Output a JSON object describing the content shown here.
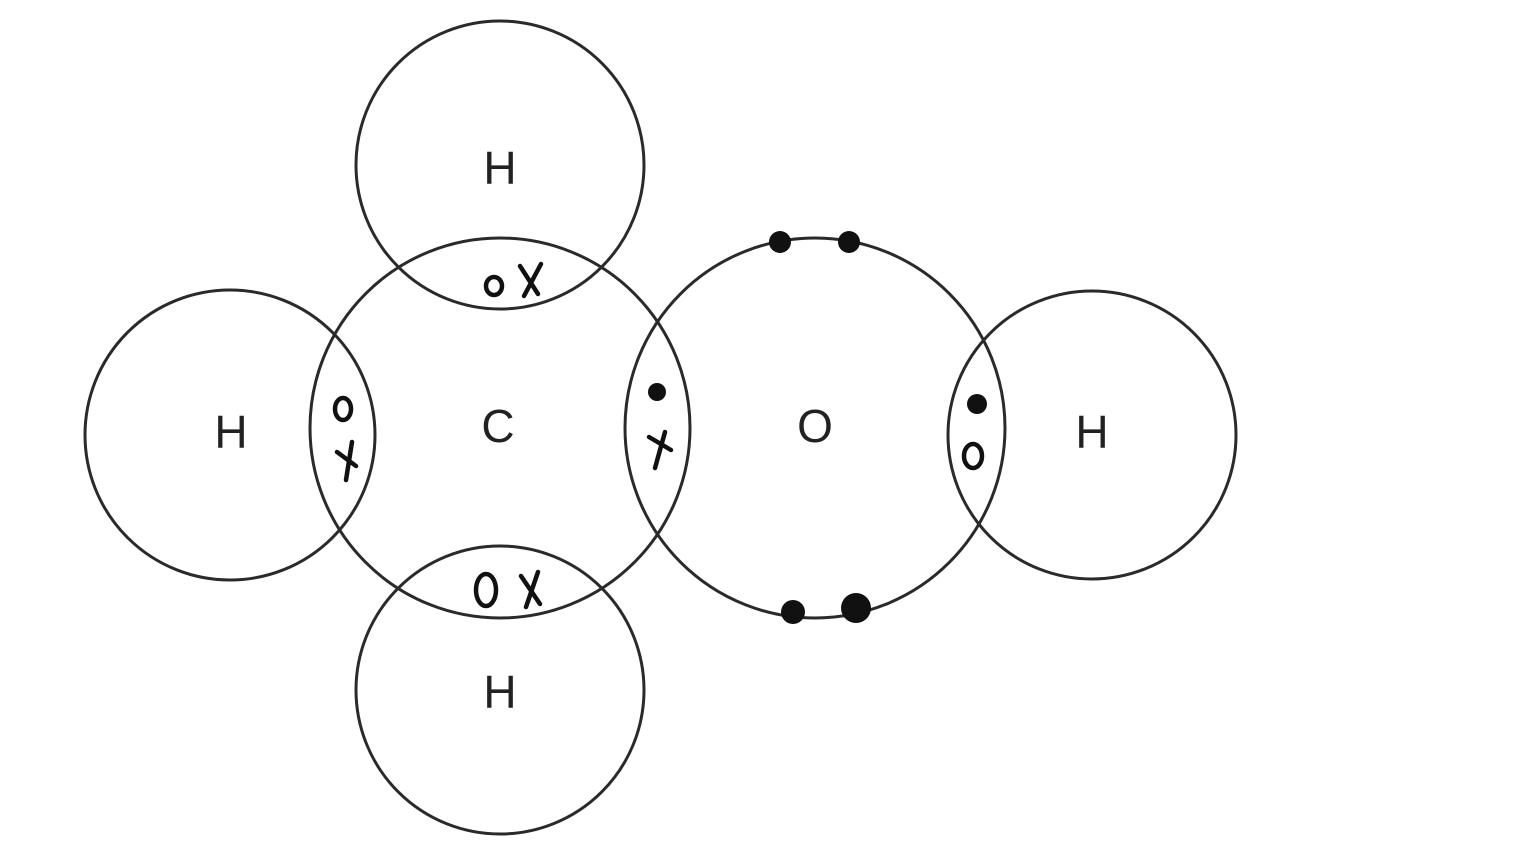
{
  "diagram": {
    "atoms": [
      {
        "id": "h-top",
        "label": "H"
      },
      {
        "id": "h-left",
        "label": "H"
      },
      {
        "id": "c",
        "label": "C"
      },
      {
        "id": "o",
        "label": "O"
      },
      {
        "id": "h-right",
        "label": "H"
      },
      {
        "id": "h-bottom",
        "label": "H"
      }
    ],
    "electron_marks": {
      "hydrogen_electron": "o",
      "carbon_electron": "x",
      "oxygen_electron": "dot"
    },
    "shared_pairs": [
      {
        "between": [
          "c",
          "h-top"
        ],
        "marks": [
          "o",
          "x"
        ]
      },
      {
        "between": [
          "c",
          "h-left"
        ],
        "marks": [
          "o",
          "x"
        ]
      },
      {
        "between": [
          "c",
          "h-bottom"
        ],
        "marks": [
          "o",
          "x"
        ]
      },
      {
        "between": [
          "c",
          "o"
        ],
        "marks": [
          "dot",
          "x"
        ]
      },
      {
        "between": [
          "o",
          "h-right"
        ],
        "marks": [
          "dot",
          "o"
        ]
      }
    ],
    "lone_pairs": [
      {
        "atom": "o",
        "position": "top",
        "electrons": 2
      },
      {
        "atom": "o",
        "position": "bottom",
        "electrons": 2
      }
    ]
  }
}
